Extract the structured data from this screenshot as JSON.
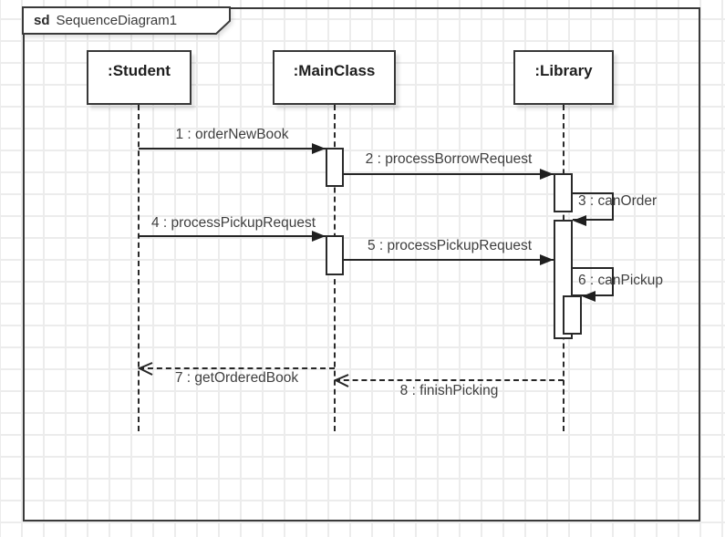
{
  "frame": {
    "keyword": "sd",
    "title": "SequenceDiagram1"
  },
  "lifelines": [
    {
      "name": "Student",
      "label": ":Student"
    },
    {
      "name": "MainClass",
      "label": ":MainClass"
    },
    {
      "name": "Library",
      "label": ":Library"
    }
  ],
  "messages": [
    {
      "seq": "1",
      "label": "1 : orderNewBook",
      "type": "sync",
      "from": "Student",
      "to": "MainClass"
    },
    {
      "seq": "2",
      "label": "2 : processBorrowRequest",
      "type": "sync",
      "from": "MainClass",
      "to": "Library"
    },
    {
      "seq": "3",
      "label": "3 : canOrder",
      "type": "self",
      "from": "Library",
      "to": "Library"
    },
    {
      "seq": "4",
      "label": "4 : processPickupRequest",
      "type": "sync",
      "from": "Student",
      "to": "MainClass"
    },
    {
      "seq": "5",
      "label": "5 : processPickupRequest",
      "type": "sync",
      "from": "MainClass",
      "to": "Library"
    },
    {
      "seq": "6",
      "label": "6 : canPickup",
      "type": "self",
      "from": "Library",
      "to": "Library"
    },
    {
      "seq": "7",
      "label": "7 : getOrderedBook",
      "type": "return",
      "from": "MainClass",
      "to": "Student"
    },
    {
      "seq": "8",
      "label": "8 : finishPicking",
      "type": "return",
      "from": "Library",
      "to": "MainClass"
    }
  ],
  "colors": {
    "background": "#ffffff",
    "grid": "#ececec",
    "border": "#3a3a3a",
    "line": "#262626",
    "text": "#3f3f3f"
  }
}
